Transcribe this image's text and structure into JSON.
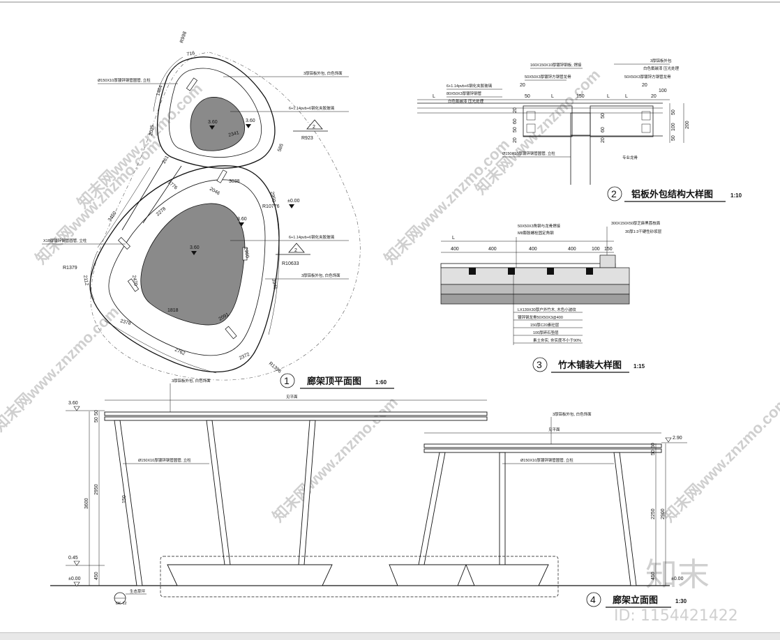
{
  "views": {
    "plan": {
      "number": "1",
      "title": "廊架顶平面图",
      "scale": "1:60"
    },
    "aluminum": {
      "number": "2",
      "title": "铝板外包结构大样图",
      "scale": "1:10"
    },
    "bamboo": {
      "number": "3",
      "title": "竹木铺装大样图",
      "scale": "1:15"
    },
    "elevation": {
      "number": "4",
      "title": "廊架立面图",
      "scale": "1:30"
    }
  },
  "plan": {
    "radius_labels": [
      "R998",
      "R923",
      "R10776",
      "R10633",
      "R1379",
      "R1396"
    ],
    "dims": [
      "716",
      "1464",
      "2035",
      "261",
      "2341",
      "585",
      "1776",
      "2046",
      "3038",
      "2950",
      "3450",
      "2278",
      "2470",
      "2112",
      "2960",
      "1818",
      "2091",
      "3946",
      "2378",
      "2762",
      "2372"
    ],
    "notes": [
      "Ø150X10厚镀锌钢管圆管, 立柱",
      "3厚铝板外包, 白色饰面",
      "6+1.14pvb+6钢化夹胶玻璃",
      "X10厚镀锌钢管圆管, 立柱",
      "6+1.14pvb+6钢化夹胶玻璃",
      "3厚铝板外包, 白色饰面"
    ],
    "elevs": [
      "3.60",
      "3.60",
      "3.60",
      "3.60",
      "±0.00"
    ],
    "section_marks": [
      "2",
      "2"
    ]
  },
  "aluminum": {
    "notes": [
      "160X150X10厚镀锌钢板, 焊接",
      "50X50X3厚镀锌方钢管龙骨",
      "6+1.14pvb+6钢化夹胶玻璃",
      "80X50X3厚镀锌钢管",
      "白色氟碳漆 压光处理",
      "3厚铝板外包",
      "白色氟碳漆 压光处理",
      "50X50X3厚镀锌方钢管龙骨",
      "Ø150X10厚镀锌钢管圆管, 立柱",
      "专业龙骨"
    ],
    "dims_top": [
      "20",
      "50",
      "L",
      "150",
      "L",
      "20",
      "L",
      "20",
      "100"
    ],
    "dims_side": [
      "20",
      "60",
      "50",
      "20",
      "50",
      "60",
      "20",
      "50",
      "100",
      "50",
      "200"
    ],
    "label_L": "L"
  },
  "bamboo": {
    "dim_L": "L",
    "dims": [
      "400",
      "400",
      "400",
      "400",
      "100",
      "150"
    ],
    "notes_top": [
      "50X50X3角钢与龙骨焊接",
      "M8膨胀螺栓固定角钢",
      "300X150X50厚芝麻黑荔枝面",
      "30厚1:3干硬性砂浆层"
    ],
    "layers": [
      "LX139X30厚户外竹木, 木色小波纹",
      "镀锌钢龙骨50X50X3@400",
      "150厚C20素砼层",
      "100厚碎石垫层",
      "素土夯实, 夯实度不小于90%"
    ]
  },
  "elevation": {
    "top_note": "3厚铝板外包, 白色饰面",
    "right_note": "3厚铝板外包, 白色饰面",
    "col_note_left": "Ø150X10厚镀锌钢管圆管, 立柱",
    "col_note_right": "Ø150X10厚镀锌钢管圆管, 立柱",
    "see_plan": "见平面",
    "see_plan_right": "见平面",
    "left_elevs": [
      "3.60",
      "0.45",
      "±0.00"
    ],
    "left_dims": [
      "50",
      "50",
      "3600",
      "2950",
      "450"
    ],
    "col_dim": "150",
    "right_elevs": [
      "2.90",
      "±0.00"
    ],
    "right_dims": [
      "50",
      "50",
      "2250",
      "2900",
      "450"
    ],
    "bottom_tag": "生态草坪",
    "bottom_tag_code": "DK-12"
  },
  "watermark": {
    "text": "知末网www.znzmo.com",
    "logo": "知末",
    "id": "ID: 1154421422"
  }
}
